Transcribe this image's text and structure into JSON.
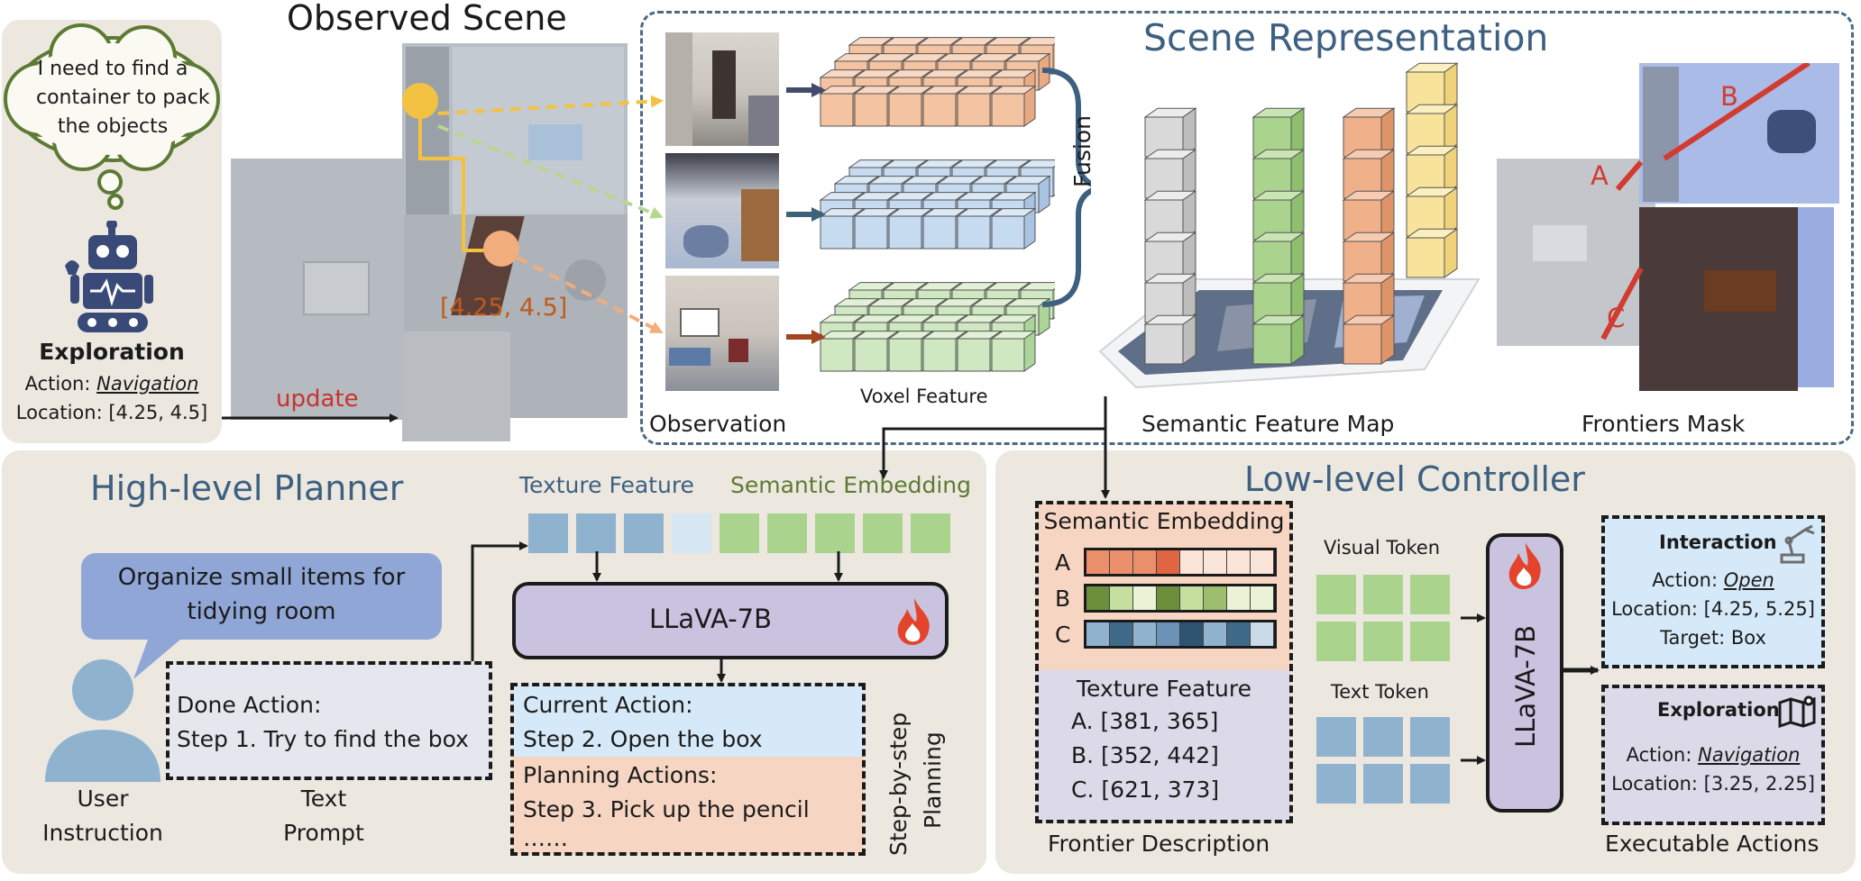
{
  "exploration": {
    "thought": [
      "I need to find a",
      "container to pack",
      "the objects"
    ],
    "title": "Exploration",
    "action_label": "Action: ",
    "action_value": "Navigation",
    "location": "Location: [4.25, 4.5]"
  },
  "observed_scene": {
    "title": "Observed Scene",
    "coord": "[4.25, 4.5]",
    "update_label": "update"
  },
  "scene_representation": {
    "title": "Scene Representation",
    "observation_label": "Observation",
    "voxel_label": "Voxel Feature",
    "fusion_label": "Fusion",
    "semantic_map_label": "Semantic Feature Map",
    "frontiers_label": "Frontiers Mask",
    "frontier_letters": [
      "A",
      "B",
      "C"
    ]
  },
  "high_level_planner": {
    "title": "High-level Planner",
    "texture_feature_label": "Texture Feature",
    "semantic_embedding_label": "Semantic Embedding",
    "llm_label": "LLaVA-7B",
    "user_instruction": [
      "Organize small items for",
      "tidying room"
    ],
    "done_action": [
      "Done Action:",
      "Step 1. Try to find the box"
    ],
    "current_action": [
      "Current Action:",
      "Step 2. Open the box"
    ],
    "planning_actions": [
      "Planning Actions:",
      "Step 3. Pick up the pencil",
      "……"
    ],
    "user_label": [
      "User",
      "Instruction"
    ],
    "prompt_label": [
      "Text",
      "Prompt"
    ],
    "step_label": [
      "Step-by-step",
      "Planning"
    ]
  },
  "low_level_controller": {
    "title": "Low-level Controller",
    "semantic_embedding_label": "Semantic Embedding",
    "rows": [
      "A",
      "B",
      "C"
    ],
    "texture_feature_label": "Texture Feature",
    "texture_values": [
      "A. [381, 365]",
      "B. [352, 442]",
      "C. [621, 373]"
    ],
    "frontier_description_label": "Frontier Description",
    "visual_token_label": "Visual Token",
    "text_token_label": "Text Token",
    "llm_label": "LLaVA-7B",
    "interaction": {
      "title": "Interaction",
      "action_label": "Action: ",
      "action_value": "Open",
      "location": "Location: [4.25, 5.25]",
      "target": "Target: Box"
    },
    "exploration": {
      "title": "Exploration",
      "action_label": "Action: ",
      "action_value": "Navigation",
      "location": "Location: [3.25, 2.25]"
    },
    "executable_label": "Executable Actions"
  },
  "colors": {
    "panel_bg": "#ece8e0",
    "title_blue": "#3e6080",
    "texture_blue": "#8fb3cf",
    "semantic_green": "#aad38e",
    "llm_purple": "#c9c3df",
    "voxel_orange": "#f4c3a2",
    "voxel_blue": "#c6dbf0",
    "voxel_green": "#cfe8c2",
    "frontier_red": "#d23b30",
    "coord_orange": "#c05a1c",
    "update_red": "#c8332c"
  }
}
